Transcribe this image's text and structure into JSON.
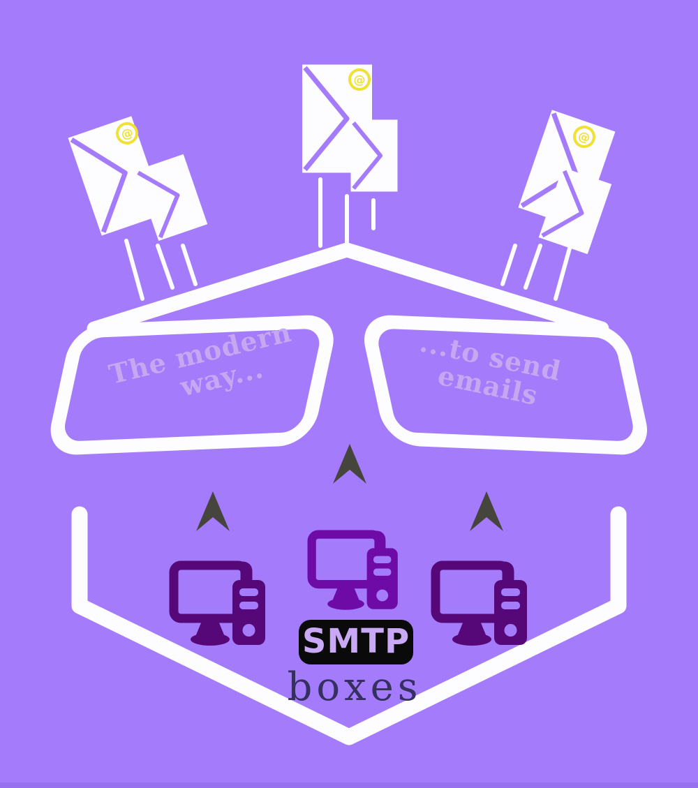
{
  "colors": {
    "background": "#a47bfb",
    "white": "#fdfcfe",
    "badge_yellow": "#f0e135",
    "flap_text": "#c6a8f2",
    "arrow": "#45453d",
    "computer_dark": "#570878",
    "computer_bright": "#6e0aa6",
    "smtp_badge_bg": "#0a0a0a",
    "smtp_text": "#c9a9f5",
    "boxes_text": "#35305f",
    "bottom_edge": "#8d68e6"
  },
  "box": {
    "flap_left_line1": "The modern",
    "flap_left_line2": "way...",
    "flap_right_line1": "...to send",
    "flap_right_line2": "emails"
  },
  "labels": {
    "smtp": "SMTP",
    "boxes": "boxes"
  },
  "envelopes": {
    "at_badge": "@"
  },
  "icons": {
    "envelope": "envelope-icon",
    "at_badge": "at-badge-icon",
    "computer": "computer-icon",
    "arrow_up": "arrow-up-icon"
  }
}
